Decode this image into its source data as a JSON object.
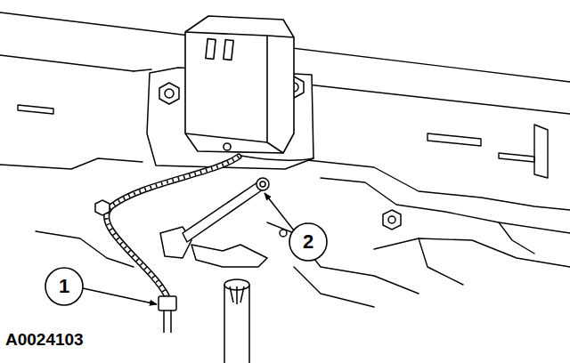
{
  "diagram": {
    "labels": [
      "1",
      "2",
      "A0024103"
    ]
  }
}
